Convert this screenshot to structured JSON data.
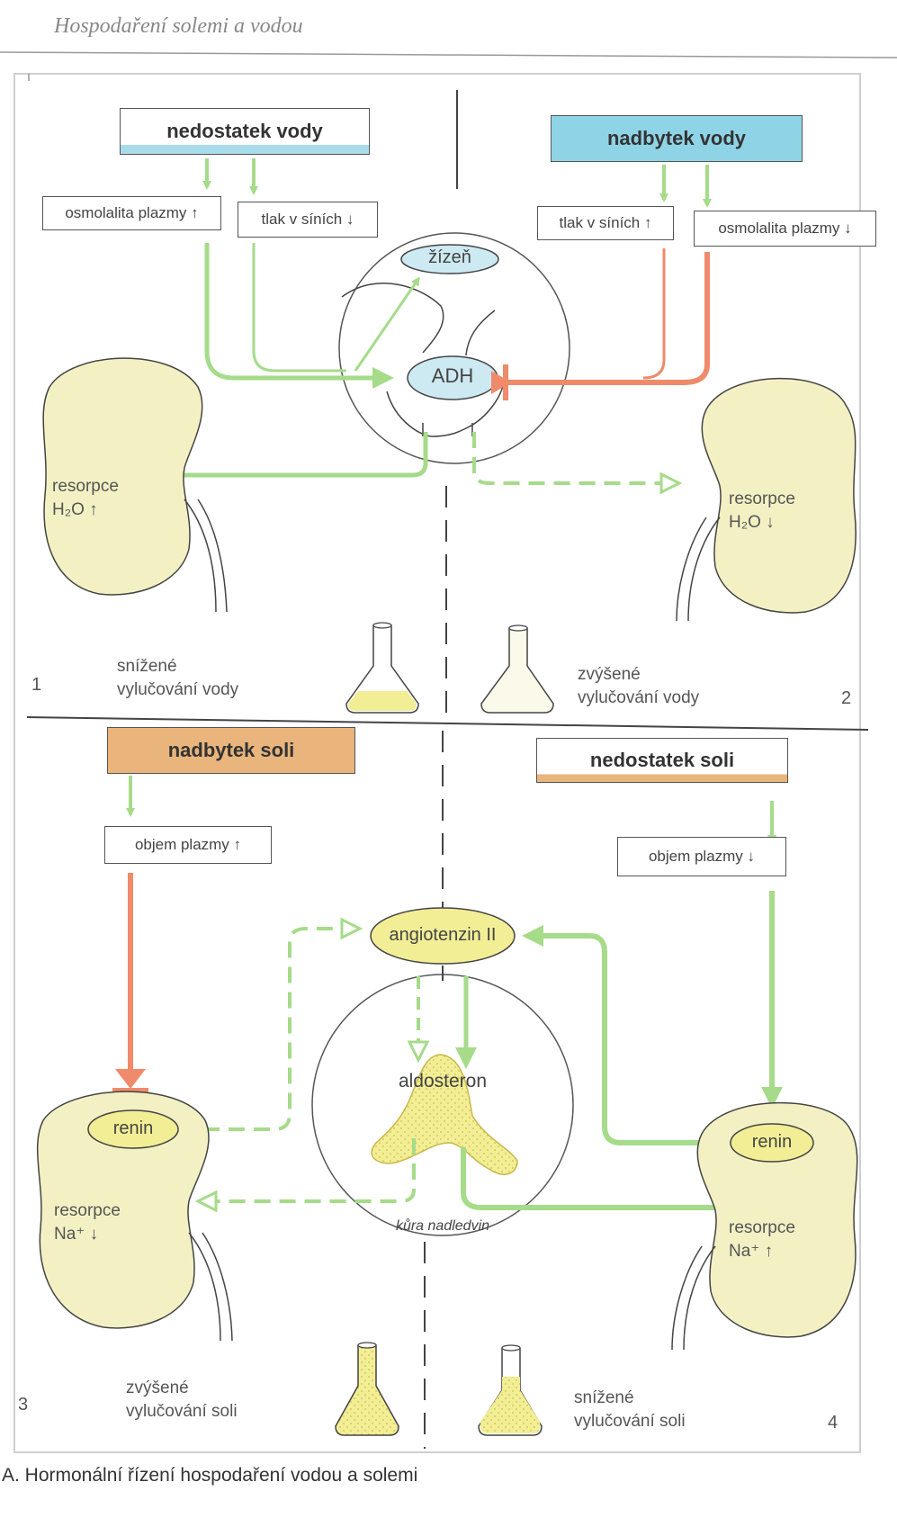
{
  "header": {
    "title": "Hospodaření solemi a vodou"
  },
  "caption": "A. Hormonální řízení hospodaření vodou a solemi",
  "colors": {
    "green": "#a6db8a",
    "red": "#ef8a6a",
    "water_deficit": "#a8dcea",
    "water_excess": "#8fd4e6",
    "salt": "#e9b57c",
    "kidney": "#f3f1c4",
    "flask_fill": "#f2ee96"
  },
  "panel1": {
    "number": "1",
    "title": "nedostatek vody",
    "osmolality": "osmolalita plazmy ↑",
    "pressure": "tlak v síních ↓",
    "kidney_label": "resorpce",
    "kidney_value": "H₂O ↑",
    "result_line1": "snížené",
    "result_line2": "vylučování vody"
  },
  "panel2": {
    "number": "2",
    "title": "nadbytek vody",
    "pressure": "tlak v síních ↑",
    "osmolality": "osmolalita plazmy ↓",
    "kidney_label": "resorpce",
    "kidney_value": "H₂O ↓",
    "result_line1": "zvýšené",
    "result_line2": "vylučování vody"
  },
  "center_top": {
    "thirst": "žízeň",
    "adh": "ADH"
  },
  "panel3": {
    "number": "3",
    "title": "nadbytek soli",
    "volume": "objem plazmy ↑",
    "renin": "renin",
    "kidney_label": "resorpce",
    "kidney_value": "Na⁺ ↓",
    "result_line1": "zvýšené",
    "result_line2": "vylučování soli"
  },
  "panel4": {
    "number": "4",
    "title": "nedostatek soli",
    "volume": "objem plazmy ↓",
    "renin": "renin",
    "kidney_label": "resorpce",
    "kidney_value": "Na⁺ ↑",
    "result_line1": "snížené",
    "result_line2": "vylučování soli"
  },
  "center_bottom": {
    "angiotensin": "angiotenzin II",
    "aldosterone": "aldosteron",
    "cortex": "kůra nadledvin"
  }
}
